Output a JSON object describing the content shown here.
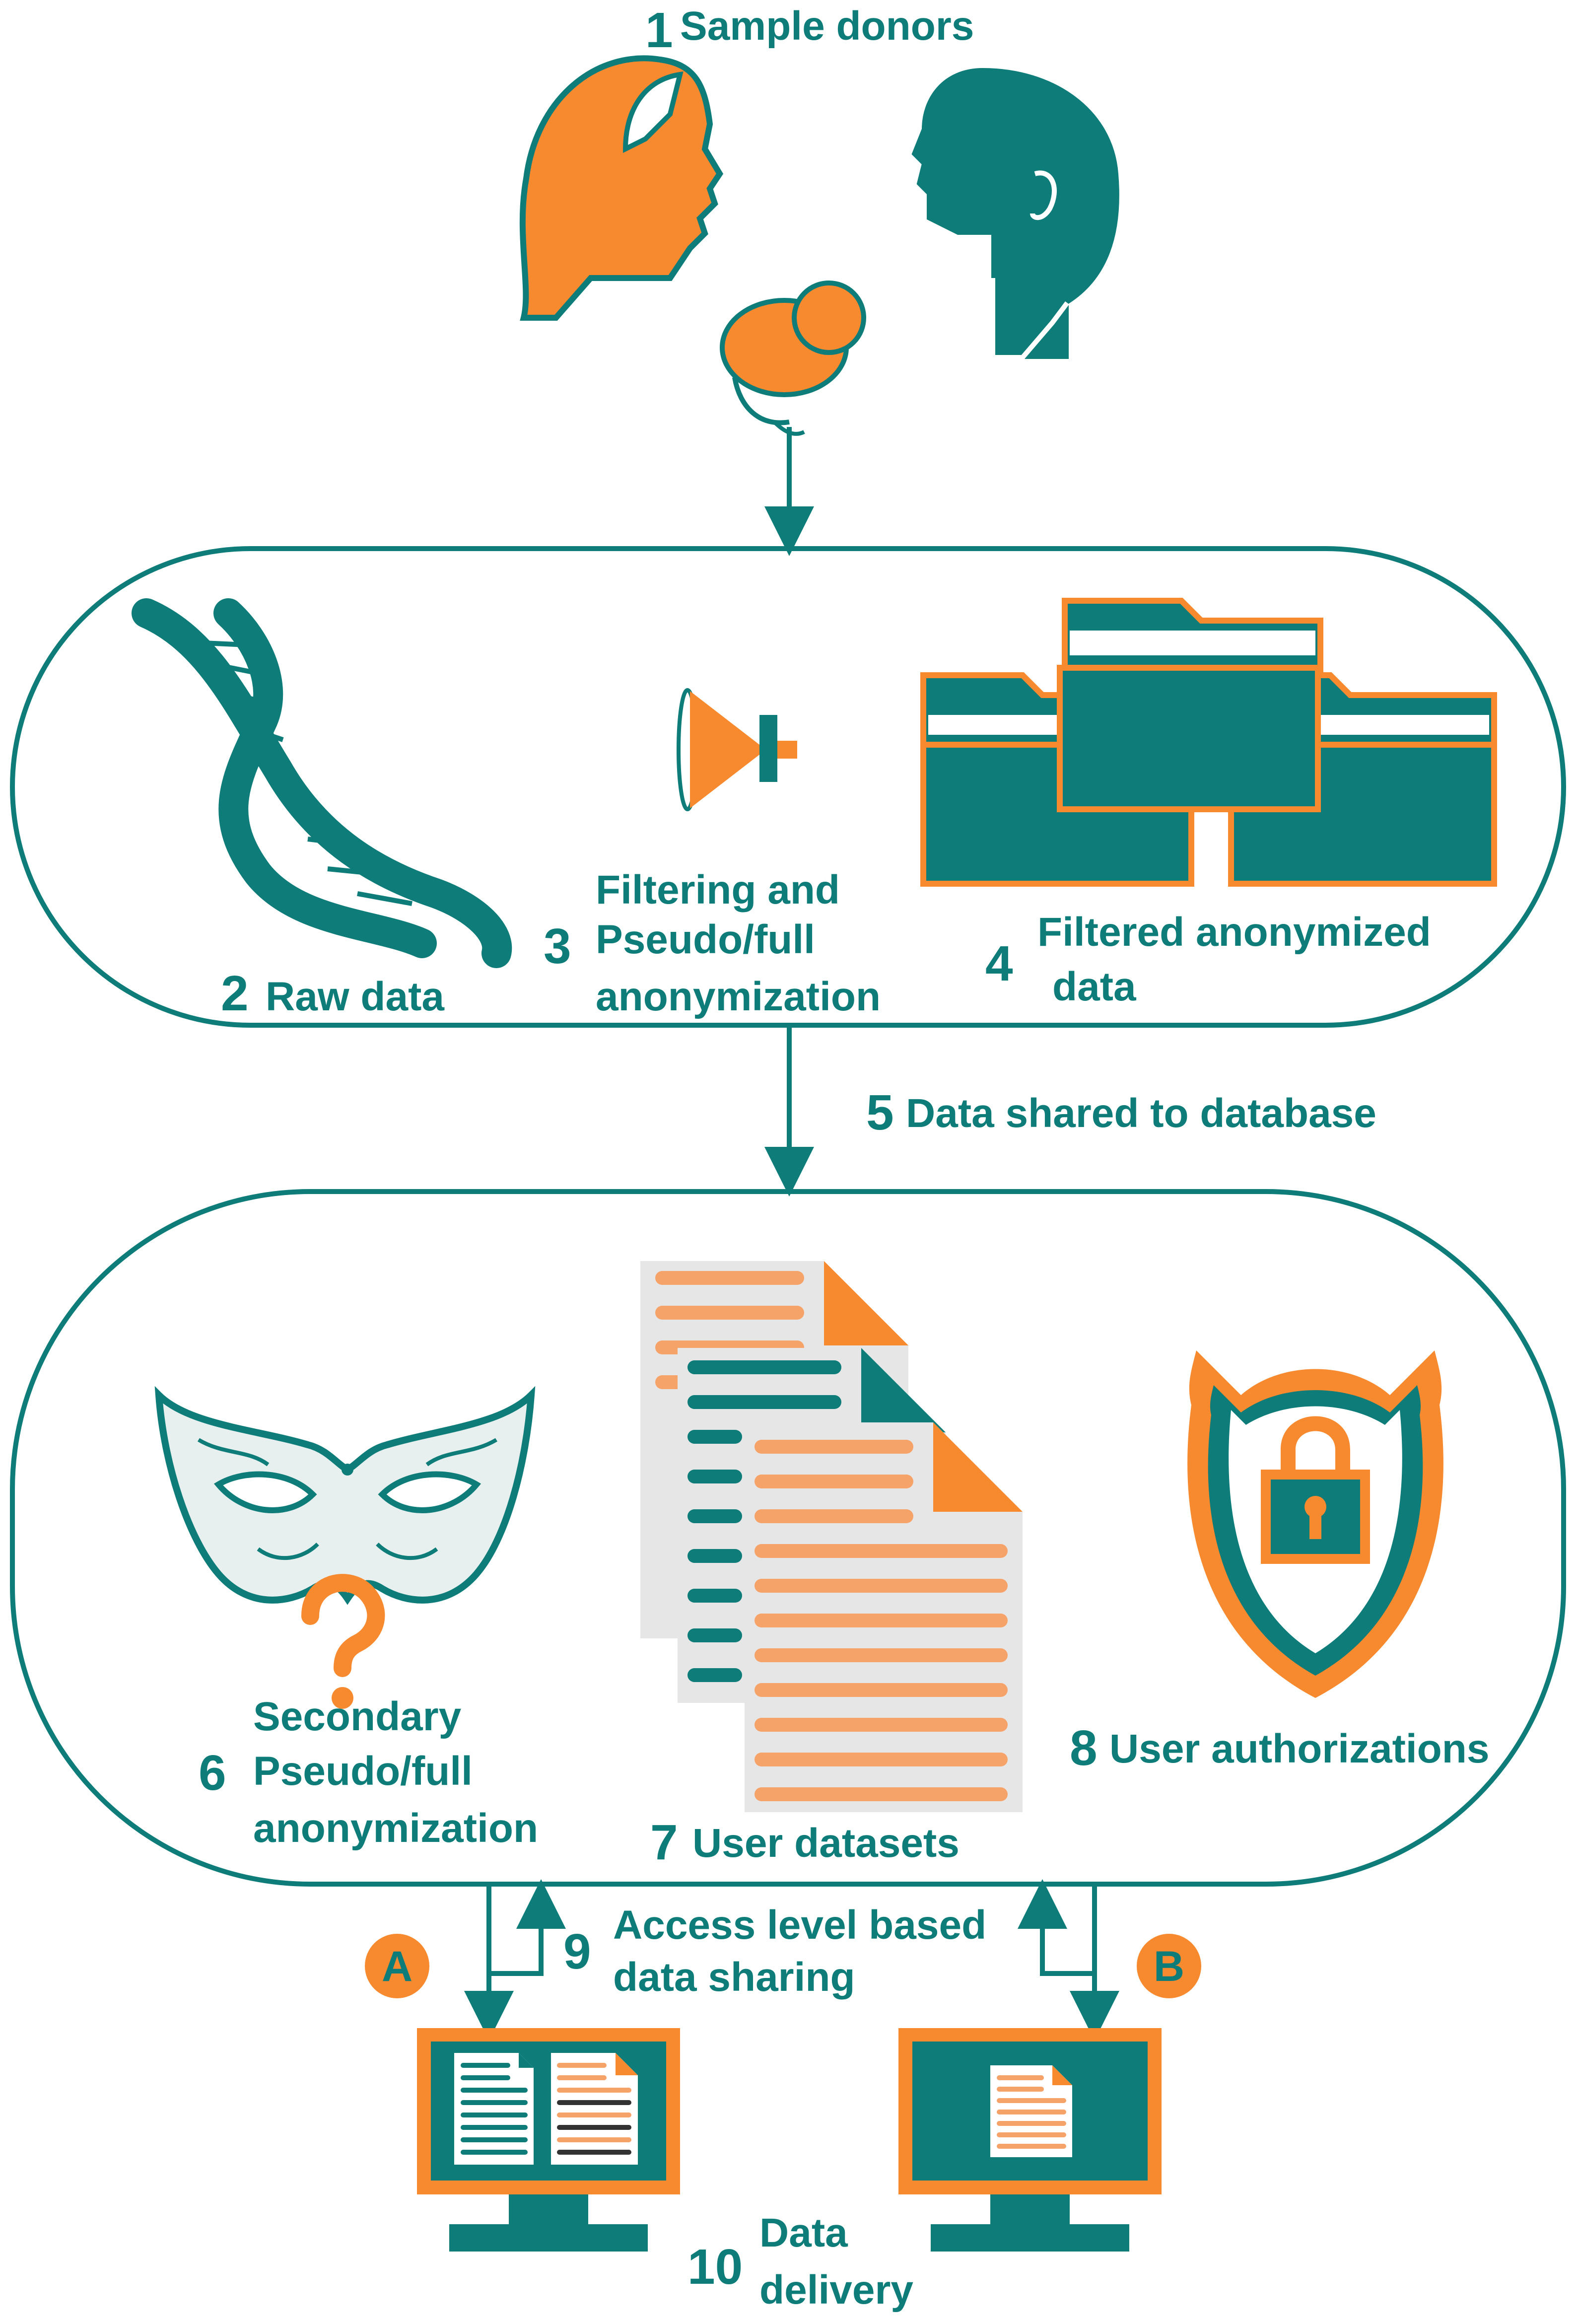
{
  "colors": {
    "teal": "#0e7c78",
    "orange": "#f7892f",
    "light_orange": "#f6a36a",
    "grey": "#e6e6e6",
    "dark": "#333333"
  },
  "steps": {
    "s1": {
      "num": "1",
      "label": "Sample donors"
    },
    "s2": {
      "num": "2",
      "label": "Raw data"
    },
    "s3": {
      "num": "3",
      "line1": "Filtering and",
      "line2": "Pseudo/full",
      "line3": "anonymization"
    },
    "s4": {
      "num": "4",
      "line1": "Filtered anonymized",
      "line2": "data"
    },
    "s5": {
      "num": "5",
      "label": "Data shared to database"
    },
    "s6": {
      "num": "6",
      "line1": "Secondary",
      "line2": "Pseudo/full",
      "line3": "anonymization"
    },
    "s7": {
      "num": "7",
      "label": "User datasets"
    },
    "s8": {
      "num": "8",
      "label": "User authorizations"
    },
    "s9": {
      "num": "9",
      "line1": "Access level based",
      "line2": "data sharing"
    },
    "s10": {
      "num": "10",
      "line1": "Data",
      "line2": "delivery"
    }
  },
  "badges": {
    "a": "A",
    "b": "B"
  },
  "icons": {
    "donors": "family-icon",
    "raw": "dna-icon",
    "filter": "funnel-icon",
    "folders": "folders-icon",
    "mask": "mask-icon",
    "question": "question-mark-icon",
    "docs": "documents-icon",
    "shield": "shield-lock-icon",
    "monitor": "monitor-icon"
  }
}
